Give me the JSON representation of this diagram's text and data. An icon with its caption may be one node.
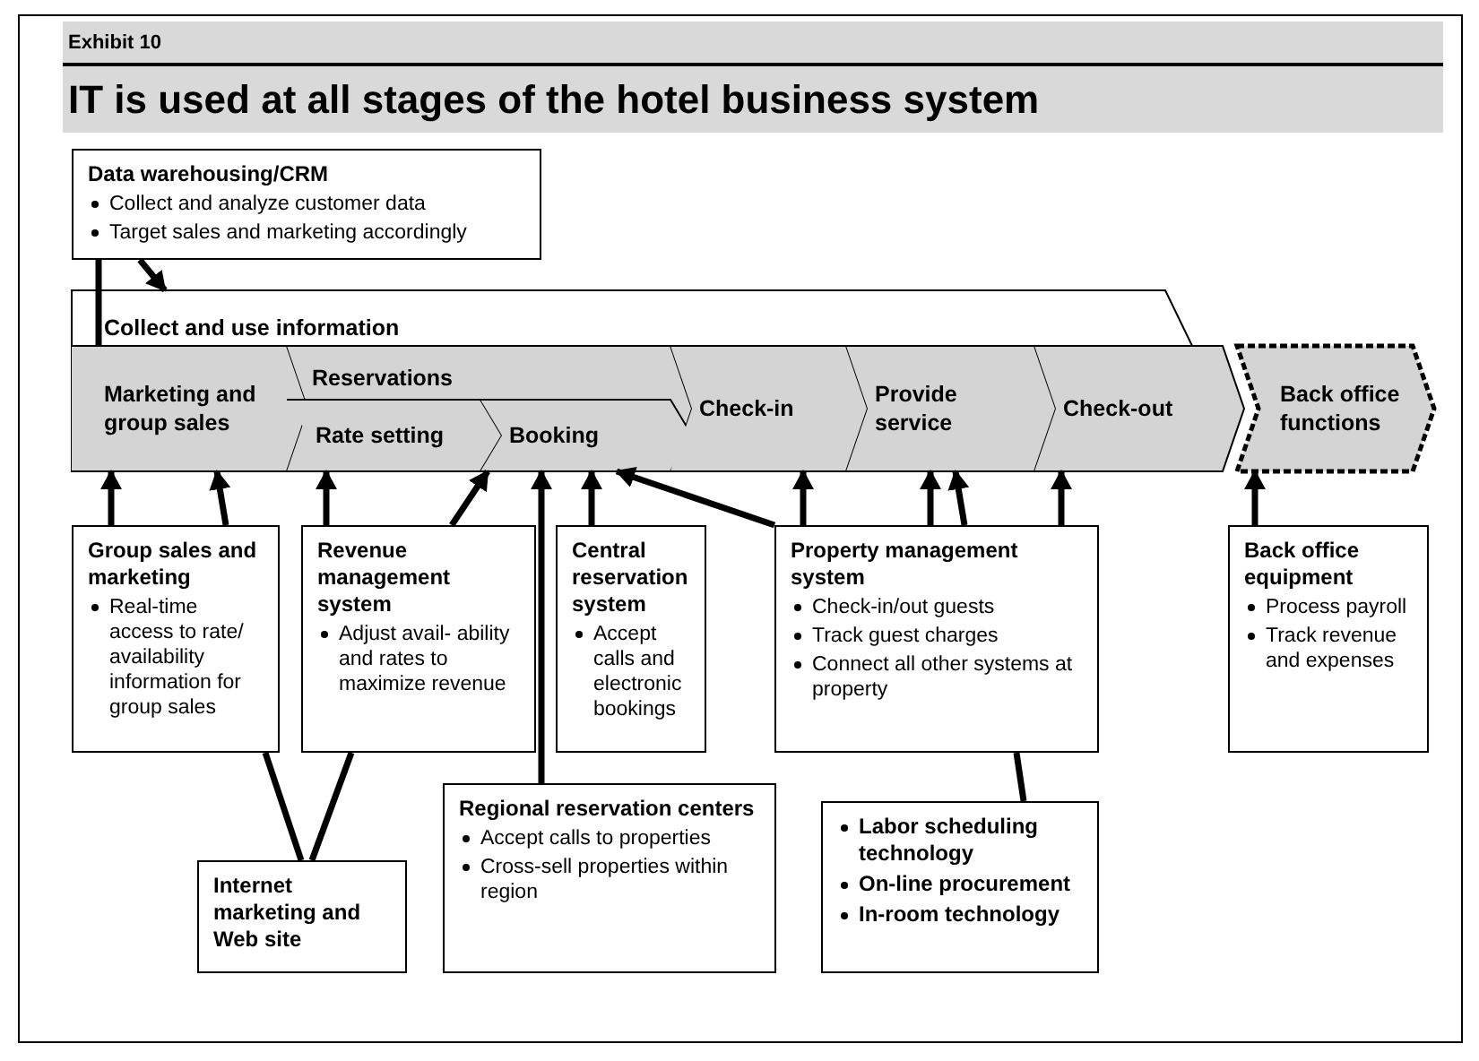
{
  "diagram": {
    "title": "IT is used at all stages of the hotel business system",
    "nodes": [
      {
        "text": [
          "Data warehousing/CRM",
          "Collect and analyze customer data",
          "Target sales and marketing accordingly"
        ]
      },
      {
        "text": [
          "Collect and use information"
        ]
      },
      {
        "text": [
          "Marketing and group sales"
        ],
        "in": 1
      },
      {
        "text": [
          "Reservations"
        ],
        "in": 1
      },
      {
        "text": [
          "Rate setting"
        ],
        "in": 3
      },
      {
        "text": [
          "Booking"
        ],
        "in": 3
      },
      {
        "text": [
          "Check-in"
        ],
        "in": 1
      },
      {
        "text": [
          "Provide service"
        ],
        "in": 1
      },
      {
        "text": [
          "Check-out"
        ],
        "in": 1
      },
      {
        "text": [
          "Back office functions"
        ]
      },
      {
        "text": [
          "Group sales and marketing",
          "Real-time access to rate/ availability information for group sales"
        ]
      },
      {
        "text": [
          "Revenue management system",
          "Adjust avail- ability and rates to maximize revenue"
        ]
      },
      {
        "text": [
          "Central reservation system",
          "Accept calls and electronic bookings"
        ]
      },
      {
        "text": [
          "Property management system",
          "Check-in/out guests",
          "Track guest charges",
          "Connect all other systems at property"
        ]
      },
      {
        "text": [
          "Back office equipment",
          "Process payroll",
          "Track revenue and expenses"
        ]
      },
      {
        "text": [
          "Internet marketing and Web site"
        ]
      },
      {
        "text": [
          "Regional reservation centers",
          "Accept calls to properties",
          "Cross-sell properties within region"
        ]
      },
      {
        "text": [
          "Labor scheduling technology",
          "On-line procurement",
          "In-room technology"
        ]
      }
    ],
    "edges": [
      {
        "from": 0,
        "to": 1,
        "arrow": "to"
      },
      {
        "from": 0,
        "to": 2,
        "arrow": "none"
      },
      {
        "from": 10,
        "to": 2,
        "arrow": "to"
      },
      {
        "from": 10,
        "to": 2,
        "arrow": "to"
      },
      {
        "from": 11,
        "to": 4,
        "arrow": "to"
      },
      {
        "from": 11,
        "to": 5,
        "arrow": "to"
      },
      {
        "from": 16,
        "to": 5,
        "arrow": "to"
      },
      {
        "from": 12,
        "to": 5,
        "arrow": "to"
      },
      {
        "from": 13,
        "to": 5,
        "arrow": "to"
      },
      {
        "from": 13,
        "to": 6,
        "arrow": "to"
      },
      {
        "from": 13,
        "to": 7,
        "arrow": "to"
      },
      {
        "from": 13,
        "to": 7,
        "arrow": "to"
      },
      {
        "from": 13,
        "to": 8,
        "arrow": "to"
      },
      {
        "from": 14,
        "to": 9,
        "arrow": "to"
      },
      {
        "from": 15,
        "to": 10,
        "arrow": "none"
      },
      {
        "from": 15,
        "to": 11,
        "arrow": "none"
      },
      {
        "from": 17,
        "to": 13,
        "arrow": "none"
      }
    ],
    "labels": [
      "Exhibit 10"
    ]
  }
}
